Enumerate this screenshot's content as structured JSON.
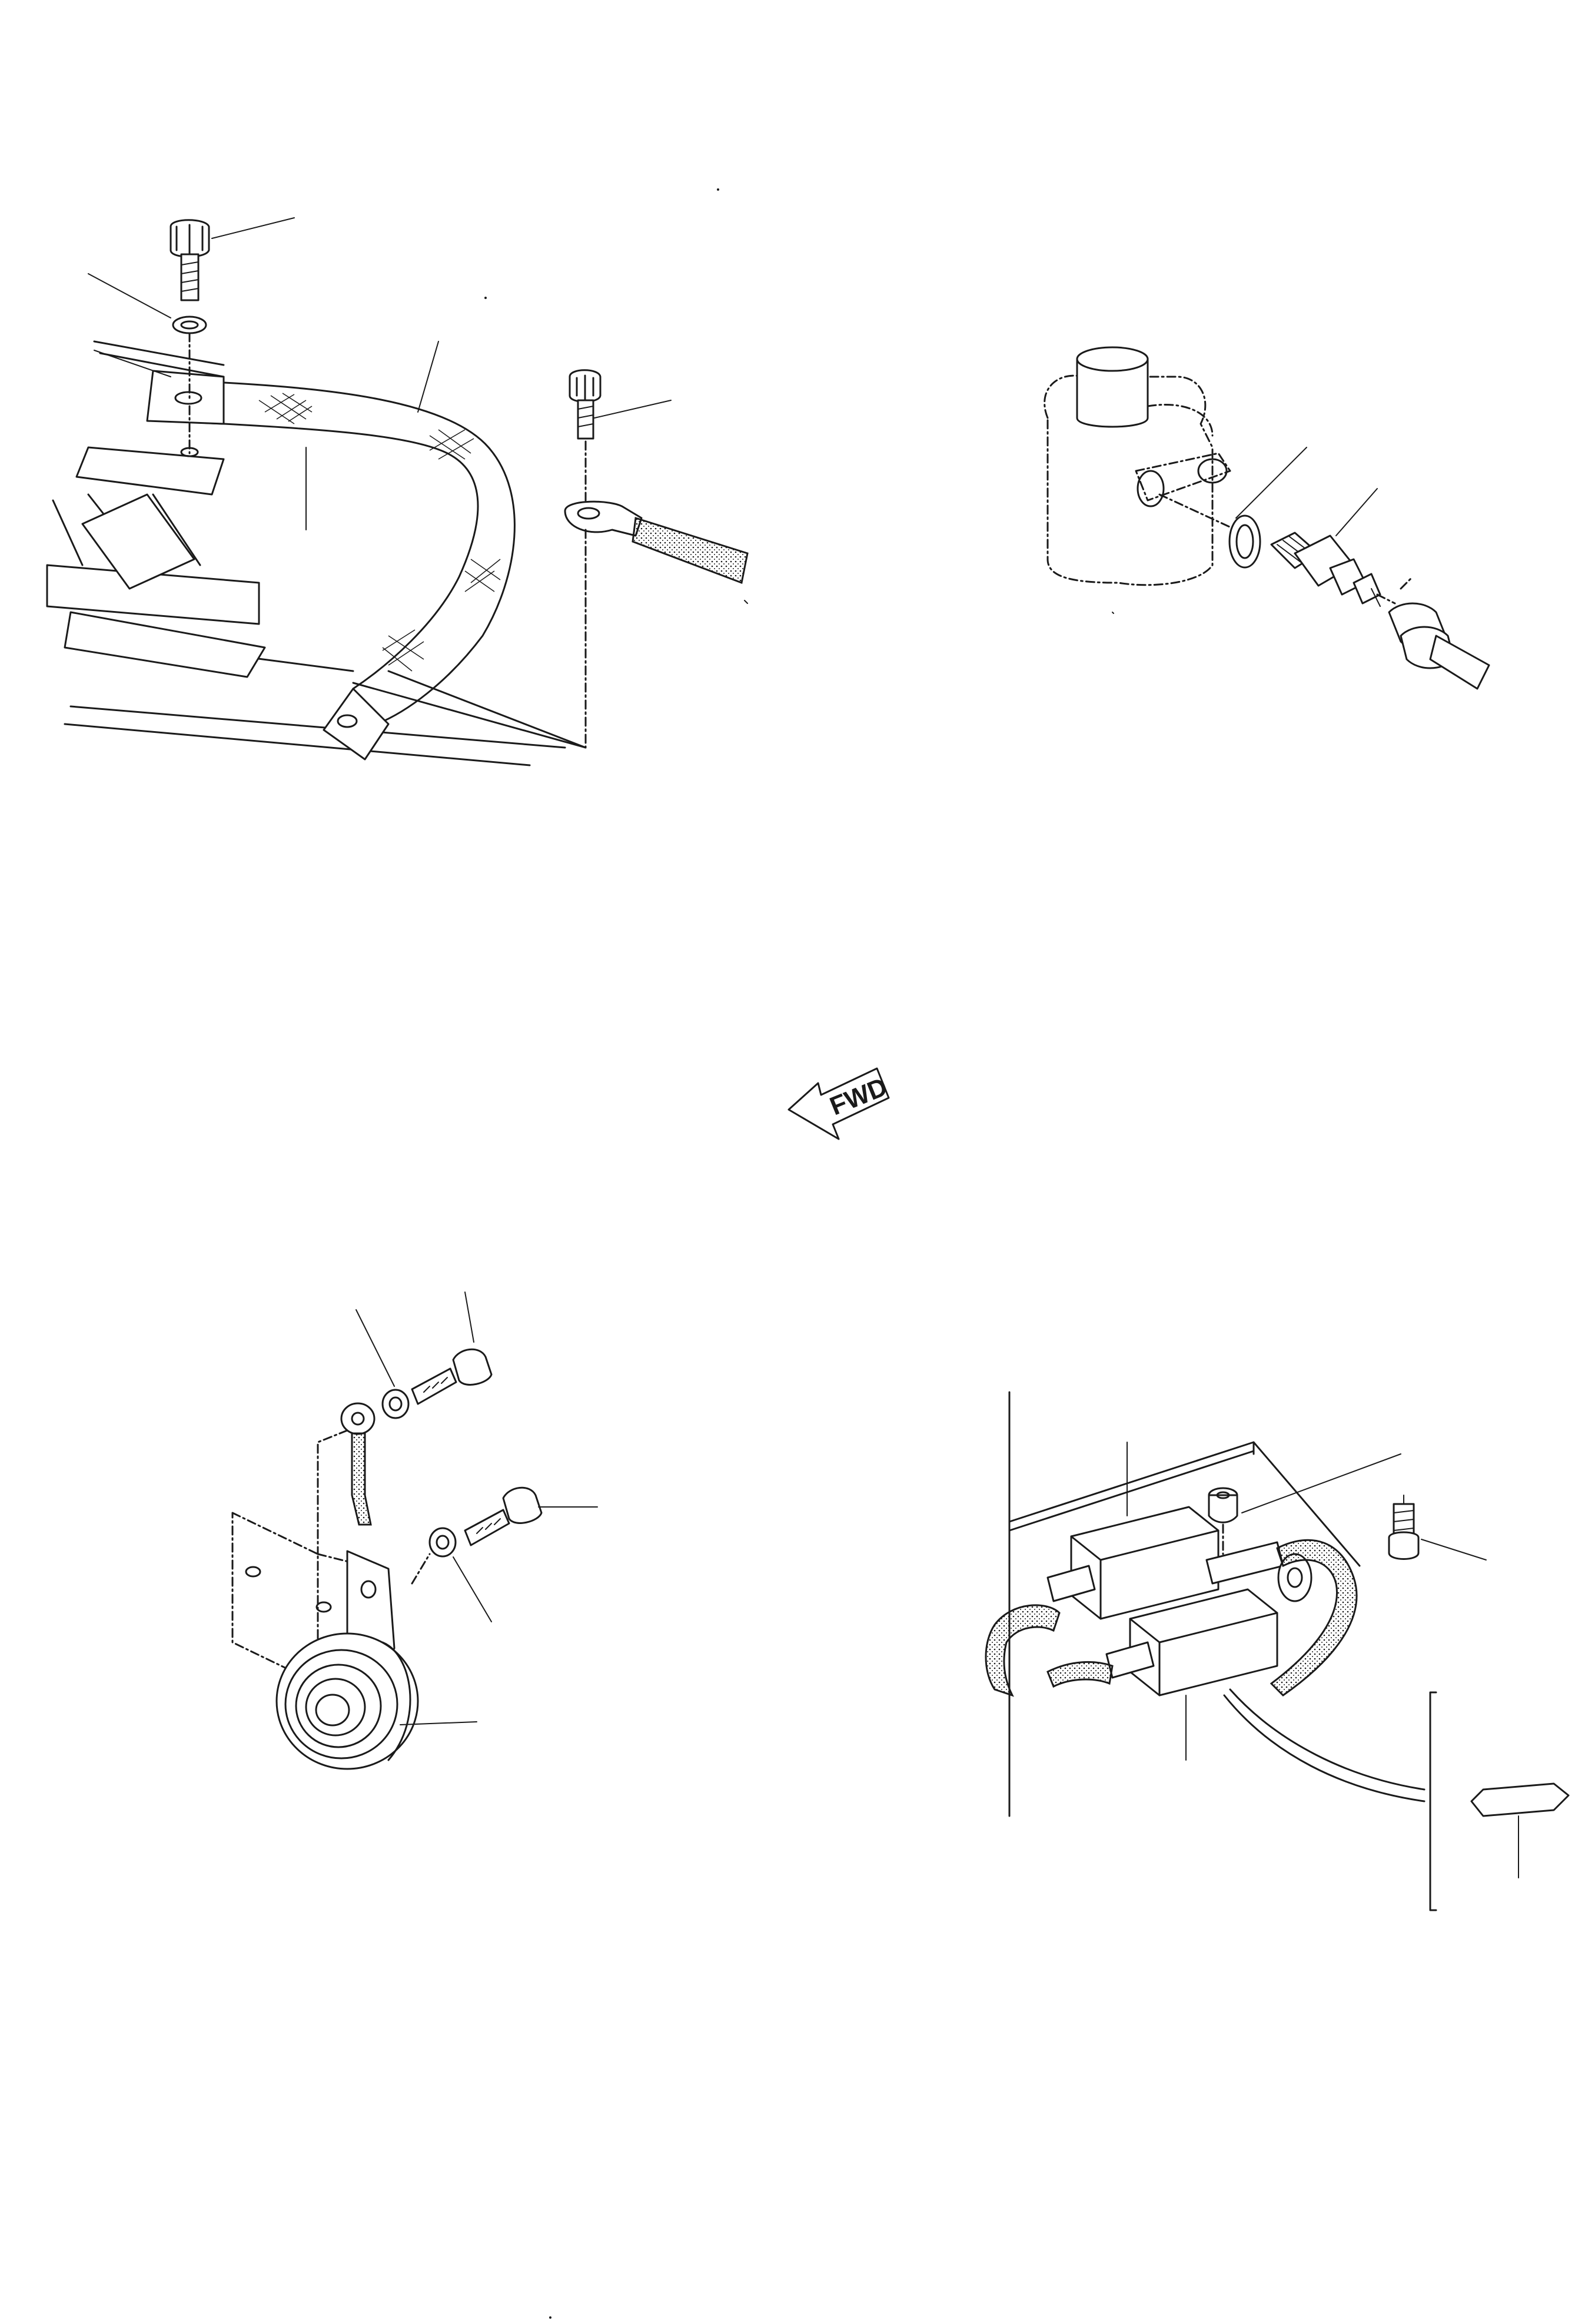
{
  "figure": {
    "direction_marker": "FWD",
    "panels": [
      "ground-strap",
      "pressure-sensor",
      "horn",
      "ignition-coils"
    ]
  }
}
